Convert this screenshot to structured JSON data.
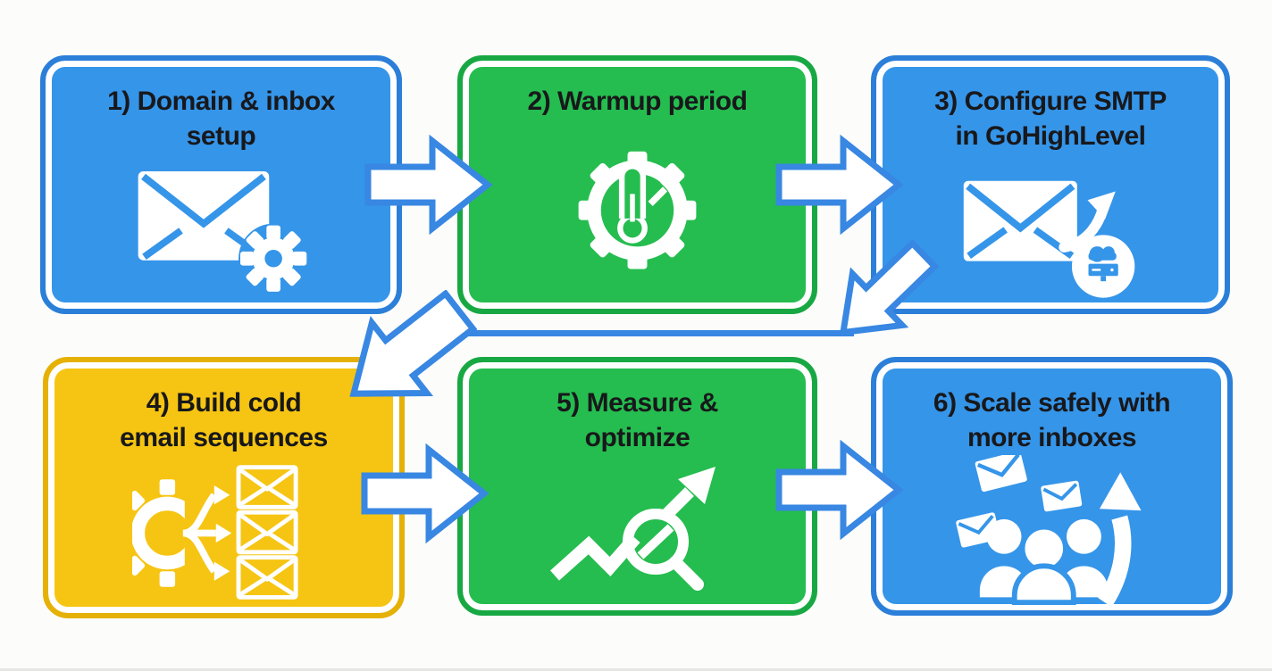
{
  "background": "#FCFCFA",
  "colors": {
    "blue_fill": "#3595E9",
    "blue_edge": "#2B7FD9",
    "green_fill": "#25BD4F",
    "green_edge": "#18A843",
    "yellow_fill": "#F6C513",
    "yellow_edge": "#E5B106",
    "arrow_stroke": "#3887E2",
    "arrow_fill": "#FFFFFF",
    "title_text": "#18181B"
  },
  "steps": [
    {
      "label": "1) Domain & inbox\nsetup",
      "color": "blue",
      "icon": "envelope-gear-icon"
    },
    {
      "label": "2) Warmup period",
      "color": "green",
      "icon": "gear-thermometer-icon"
    },
    {
      "label": "3) Configure SMTP\nin GoHighLevel",
      "color": "blue",
      "icon": "envelope-forward-cloud-server-icon"
    },
    {
      "label": "4) Build cold\nemail sequences",
      "color": "yellow",
      "icon": "gear-branching-envelopes-icon"
    },
    {
      "label": "5) Measure &\noptimize",
      "color": "green",
      "icon": "trend-magnifier-growth-icon"
    },
    {
      "label": "6) Scale safely with\nmore inboxes",
      "color": "blue",
      "icon": "users-envelopes-growth-icon"
    }
  ],
  "flow": {
    "connections": [
      {
        "from": "1",
        "to": "2",
        "style": "right-arrow"
      },
      {
        "from": "2",
        "to": "3",
        "style": "right-arrow"
      },
      {
        "from": "3",
        "to": "4",
        "style": "elbow-down-left"
      },
      {
        "from": "4",
        "to": "5",
        "style": "right-arrow"
      },
      {
        "from": "5",
        "to": "6",
        "style": "right-arrow"
      }
    ]
  }
}
